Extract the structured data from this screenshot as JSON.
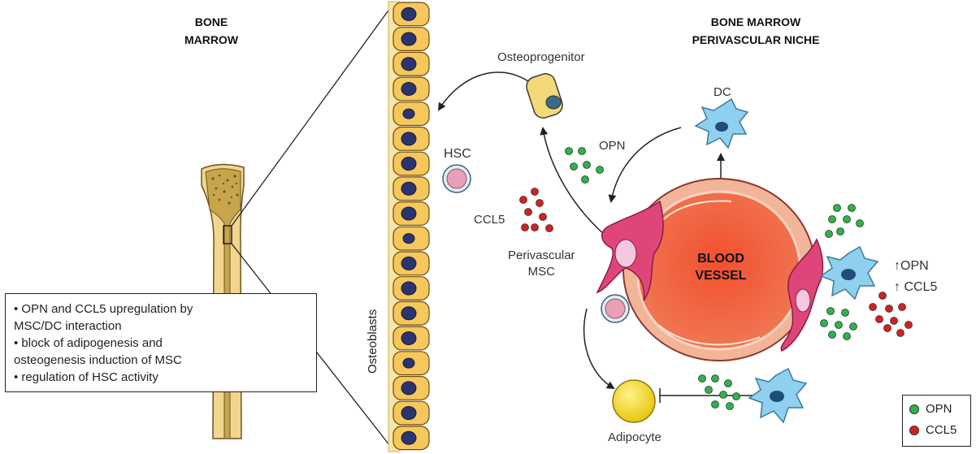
{
  "titles": {
    "left_line1": "BONE",
    "left_line2": "MARROW",
    "right_line1": "BONE MARROW",
    "right_line2": "PERIVASCULAR NICHE"
  },
  "labels": {
    "osteoprogenitor": "Osteoprogenitor",
    "hsc": "HSC",
    "dc": "DC",
    "opn": "OPN",
    "ccl5": "CCL5",
    "perivascular_line1": "Perivascular",
    "perivascular_line2": "MSC",
    "blood_vessel_line1": "BLOOD",
    "blood_vessel_line2": "VESSEL",
    "up_opn": "↑OPN",
    "up_ccl5": "↑ CCL5",
    "adipocyte": "Adipocyte",
    "osteoblasts": "Osteoblasts"
  },
  "summary": {
    "lines": [
      "• OPN and CCL5 upregulation by",
      "MSC/DC interaction",
      "• block of adipogenesis and",
      "osteogenesis induction of MSC",
      "• regulation of HSC activity"
    ]
  },
  "legend": {
    "items": [
      {
        "label": "OPN",
        "color": "#2db34a"
      },
      {
        "label": "CCL5",
        "color": "#d42020"
      }
    ]
  },
  "colors": {
    "opn_green": "#2db34a",
    "ccl5_red": "#d42020",
    "osteoblast_fill": "#f6c75a",
    "osteoblast_nucleus": "#2c3470",
    "vessel_outer": "#f3b59a",
    "vessel_inner": "#ef5a3a",
    "msc_pink": "#e0457a",
    "dc_blue": "#8fd0ee",
    "adipocyte_yellow": "#f3dc1e"
  }
}
